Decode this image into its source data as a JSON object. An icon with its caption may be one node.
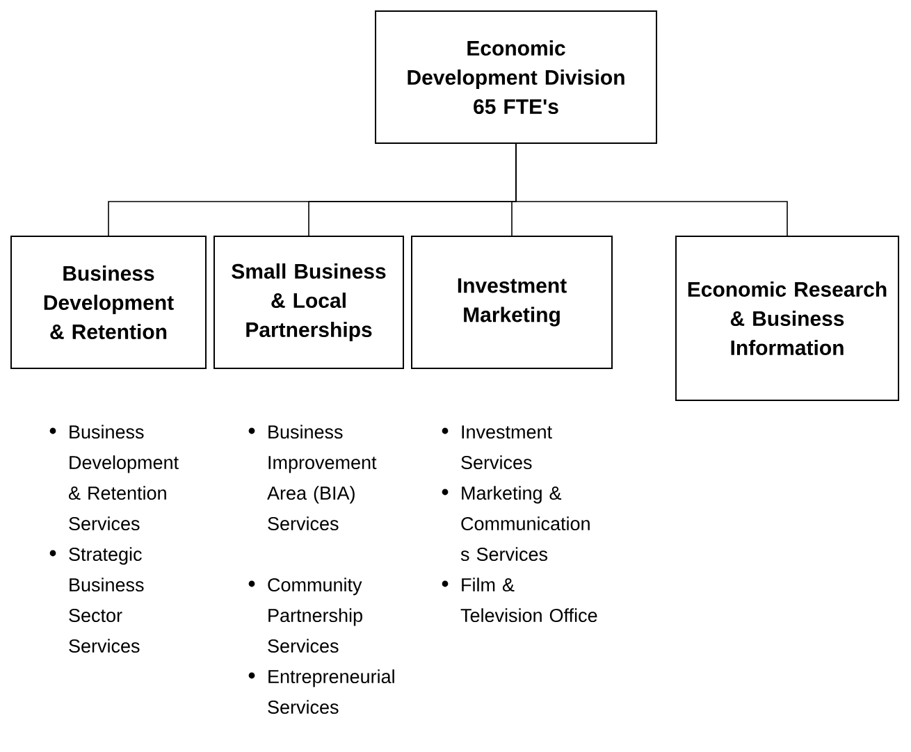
{
  "diagram": {
    "nodes": [
      {
        "text": [
          "Economic Development Division",
          "65 FTE's"
        ]
      },
      {
        "text": [
          "Business Development & Retention"
        ],
        "beside": [
          "Business Development & Retention Services",
          "Strategic Business Sector Services"
        ]
      },
      {
        "text": [
          "Small Business & Local Partnerships"
        ],
        "beside": [
          "Business Improvement Area (BIA) Services",
          "Community Partnership Services",
          "Entrepreneurial Services"
        ]
      },
      {
        "text": [
          "Investment Marketing"
        ],
        "beside": [
          "Investment Services",
          "Marketing & Communication s Services",
          "Film & Television Office"
        ]
      },
      {
        "text": [
          "Economic Research & Business Information"
        ]
      }
    ],
    "edges": [
      {
        "from": 0,
        "to": 1,
        "arrow": "none"
      },
      {
        "from": 0,
        "to": 2,
        "arrow": "none"
      },
      {
        "from": 0,
        "to": 3,
        "arrow": "none"
      },
      {
        "from": 0,
        "to": 4,
        "arrow": "none"
      }
    ]
  }
}
